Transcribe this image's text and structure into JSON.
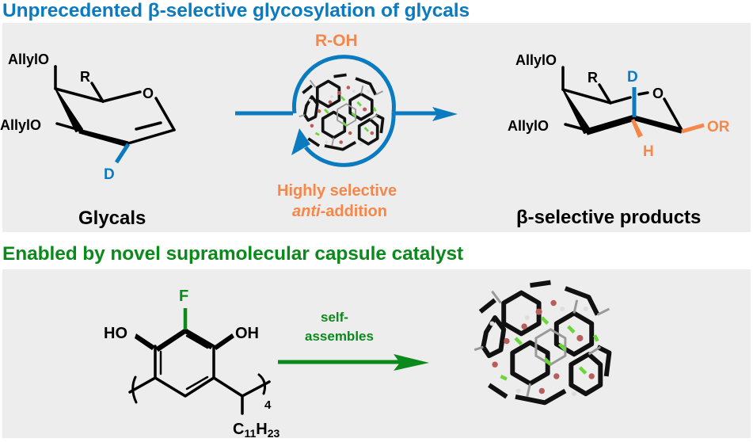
{
  "header": {
    "title": "Unprecedented β-selective glycosylation of glycals"
  },
  "reaction": {
    "starting_material": {
      "name": "Glycals",
      "substituents": [
        "AllylO",
        "AllylO",
        "R",
        "O",
        "D"
      ]
    },
    "reagent": "R-OH",
    "catalyst_icon": "capsule-cycle-icon",
    "condition_line1": "Highly selective",
    "condition_italic": "anti",
    "condition_line2_rest": "-addition",
    "product": {
      "name": "β-selective products",
      "substituents": [
        "AllylO",
        "AllylO",
        "R",
        "D",
        "O",
        "H",
        "OR"
      ]
    }
  },
  "section2": {
    "title": "Enabled by novel supramolecular capsule catalyst",
    "monomer": {
      "labels": {
        "F": "F",
        "OH_left": "HO",
        "OH_right": "OH",
        "repeat": "4",
        "chain_C": "C",
        "chain_C_sub": "11",
        "chain_H": "H",
        "chain_H_sub": "23"
      }
    },
    "arrow_label_line1": "self-",
    "arrow_label_line2": "assembles",
    "assembly_icon": "hexameric-capsule-icon"
  },
  "colors": {
    "blue": "#0a7bc0",
    "orange": "#f5874a",
    "green": "#0a8a1a",
    "black": "#000000",
    "panel": "#ededed"
  }
}
